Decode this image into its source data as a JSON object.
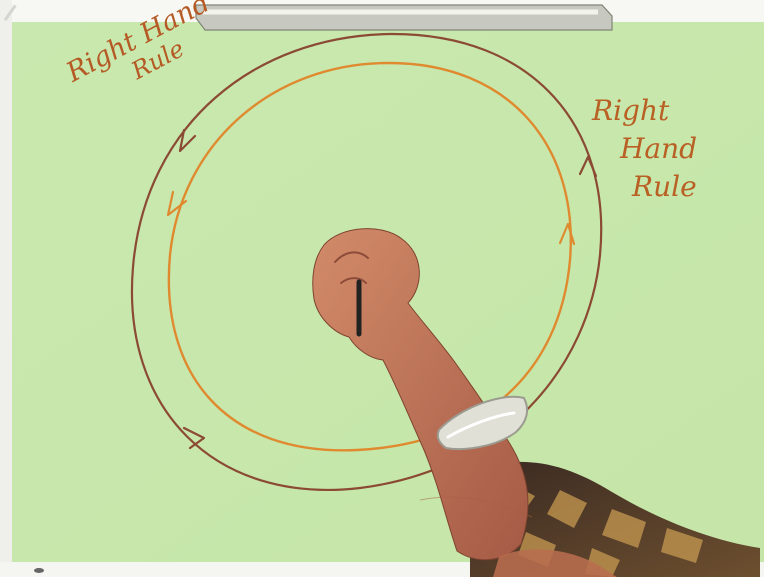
{
  "annotations": {
    "left_line1": "Right Hand",
    "left_line2": "Rule",
    "right_line1": "Right",
    "right_line2": "Hand",
    "right_line3": "Rule"
  },
  "colors": {
    "board": "#ccebb2",
    "outer_loop": "#8b4a33",
    "inner_loop": "#e08a30",
    "handwriting": "#b55a24",
    "skin": "#b76d53",
    "bracelet": "#d8d8cc"
  }
}
